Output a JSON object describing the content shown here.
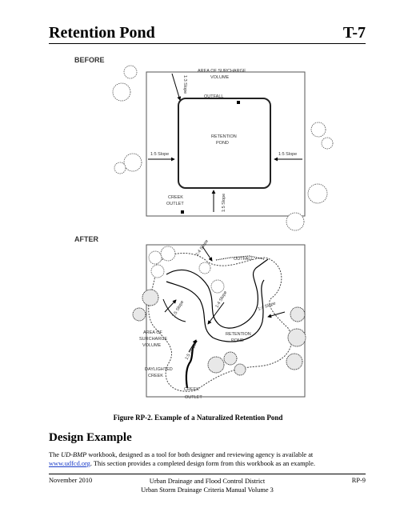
{
  "header": {
    "title": "Retention Pond",
    "section_id": "T-7"
  },
  "figure": {
    "before_label": "BEFORE",
    "after_label": "AFTER",
    "before": {
      "slope_top": "1:3 Slope",
      "area_surcharge_1": "AREA OF SURCHARGE",
      "area_surcharge_2": "VOLUME",
      "outfall": "OUTFALL",
      "pond_1": "RETENTION",
      "pond_2": "POND",
      "slope_left": "1:5 Slope",
      "slope_right": "1:5 Slope",
      "slope_bottom": "1:5 Slope",
      "creek_outlet_1": "CREEK",
      "creek_outlet_2": "OUTLET"
    },
    "after": {
      "slope_a": "1:4 Slope",
      "outfall": "OUTFALL",
      "slope_b": "1:5 Slope",
      "slope_c": "1:4 Slope",
      "slope_d": "1:4 Slope",
      "area_1": "AREA OF",
      "area_2": "SURCHARGE",
      "area_3": "VOLUME",
      "pond_1": "RETENTION",
      "pond_2": "POND",
      "slope_e": "1:5 Slope",
      "daylighted_1": "DAYLIGHTED",
      "daylighted_2": "CREEK",
      "creek": "CREEK",
      "outlet": "OUTLET"
    },
    "caption": "Figure RP-2.  Example of a Naturalized Retention Pond"
  },
  "section": {
    "heading": "Design Example",
    "para_ud": "UD-BMP",
    "para_1": " workbook, designed as a tool for both designer and reviewing agency is available at",
    "para_the": "The ",
    "link_text": "www.udfcd.org",
    "para_2": ".  This section provides a completed design form from this workbook as an example."
  },
  "footer": {
    "date": "November 2010",
    "org": "Urban Drainage and Flood Control District",
    "manual": "Urban Storm Drainage Criteria Manual Volume 3",
    "page": "RP-9"
  }
}
